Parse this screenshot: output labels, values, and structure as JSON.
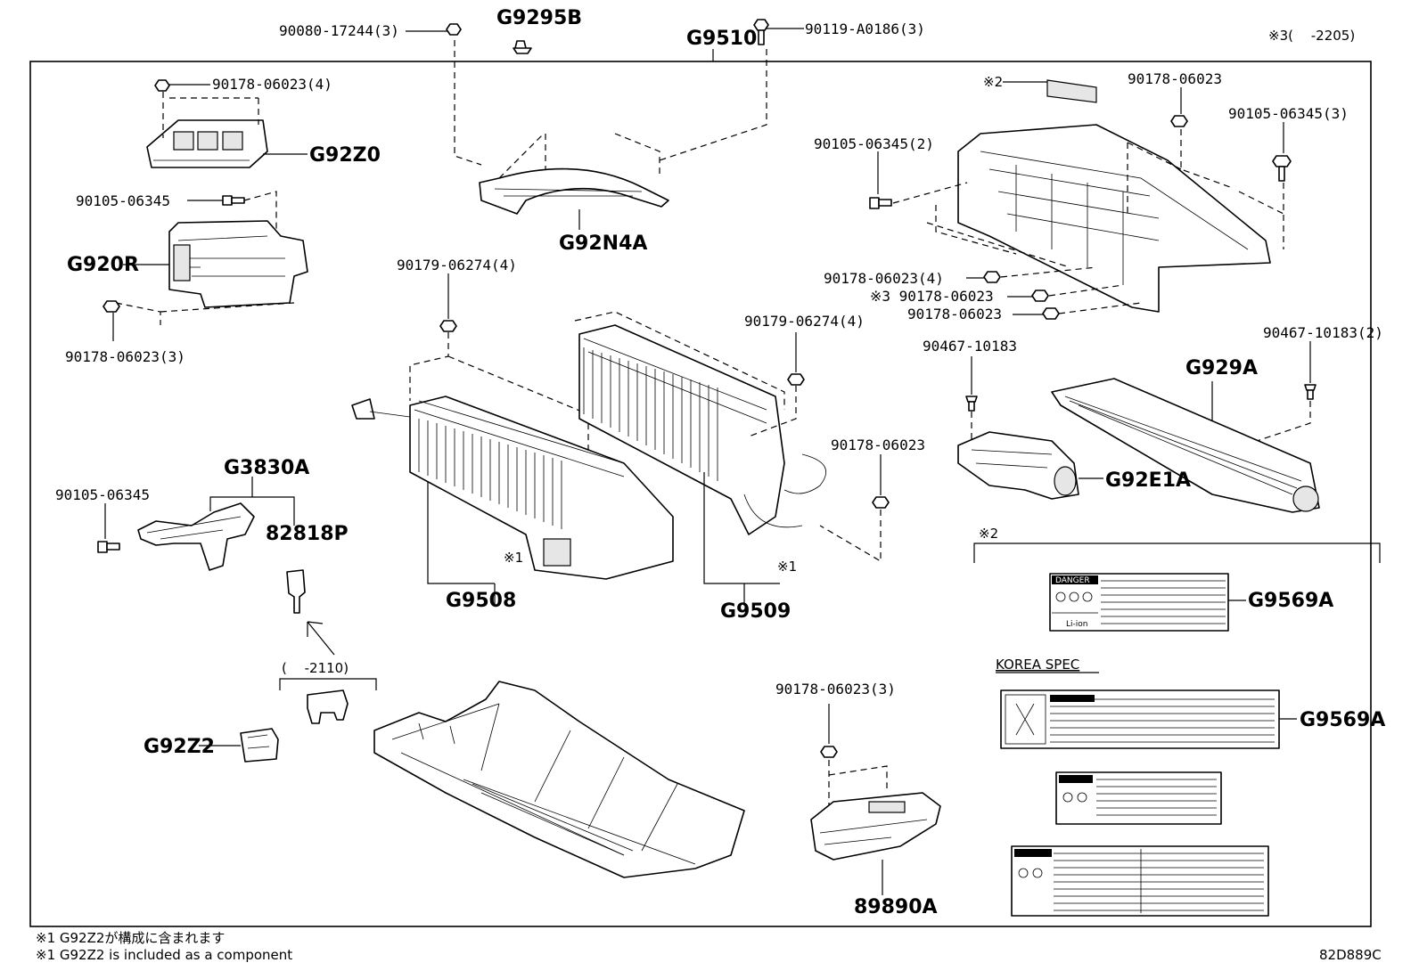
{
  "labels": {
    "l1": "90080-17244(3)",
    "l2": "G9295B",
    "l3": "G9510",
    "l4": "90119-A0186(3)",
    "l5": "※3(　 -2205)",
    "l6": "90178-06023(4)",
    "l7": "G92Z0",
    "l8": "90105-06345",
    "l9": "G920R",
    "l10": "90178-06023(3)",
    "l11": "G92N4A",
    "l12": "※2",
    "l13": "90178-06023",
    "l14": "90105-06345(3)",
    "l15": "90105-06345(2)",
    "l16": "90178-06023(4)",
    "l17": "※3 90178-06023",
    "l18": "90178-06023",
    "l19": "90179-06274(4)",
    "l20": "90179-06274(4)",
    "l21": "90467-10183",
    "l22": "90467-10183(2)",
    "l23": "G929A",
    "l24": "90178-06023",
    "l25": "G92E1A",
    "l26": "G3830A",
    "l27": "90105-06345",
    "l28": "82818P",
    "l29": "※1",
    "l30": "G9508",
    "l31": "※1",
    "l32": "G9509",
    "l33": "※2",
    "l34": "G9569A",
    "l35": "KOREA SPEC",
    "l36": "G9569A",
    "l37": "(　 -2110)",
    "l38": "G92Z2",
    "l39": "90178-06023(3)",
    "l40": "89890A"
  },
  "footnotes": {
    "note_jp": "※1 G92Z2が構成に含まれます",
    "note_en": "※1 G92Z2 is included as a component",
    "diagram_code": "82D889C"
  },
  "sticker": {
    "danger": "DANGER",
    "liion": "Li-ion"
  }
}
